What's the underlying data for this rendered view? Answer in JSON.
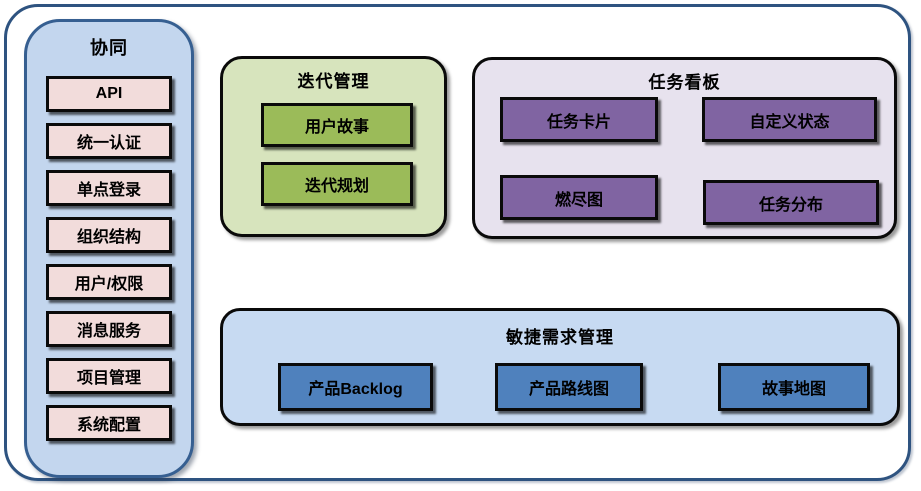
{
  "colors": {
    "outer_border": "#2E5380",
    "sidebar_fill": "#C3D6EE",
    "sidebar_border": "#365F91",
    "sidebar_item_fill": "#F2DCDB",
    "iteration_section_fill": "#D7E4BD",
    "iteration_box_fill": "#9BBB59",
    "kanban_section_fill": "#E7E2EE",
    "kanban_box_fill": "#8064A2",
    "agile_section_fill": "#C7DAF2",
    "agile_box_fill": "#4F81BD",
    "box_border": "#0A0A0A",
    "text": "#000000"
  },
  "sidebar": {
    "title": "协同",
    "items": [
      "API",
      "统一认证",
      "单点登录",
      "组织结构",
      "用户/权限",
      "消息服务",
      "项目管理",
      "系统配置"
    ]
  },
  "iteration": {
    "title": "迭代管理",
    "items": [
      "用户故事",
      "迭代规划"
    ]
  },
  "kanban": {
    "title": "任务看板",
    "items": [
      "任务卡片",
      "自定义状态",
      "燃尽图",
      "任务分布"
    ]
  },
  "agile": {
    "title": "敏捷需求管理",
    "items": [
      "产品Backlog",
      "产品路线图",
      "故事地图"
    ]
  }
}
